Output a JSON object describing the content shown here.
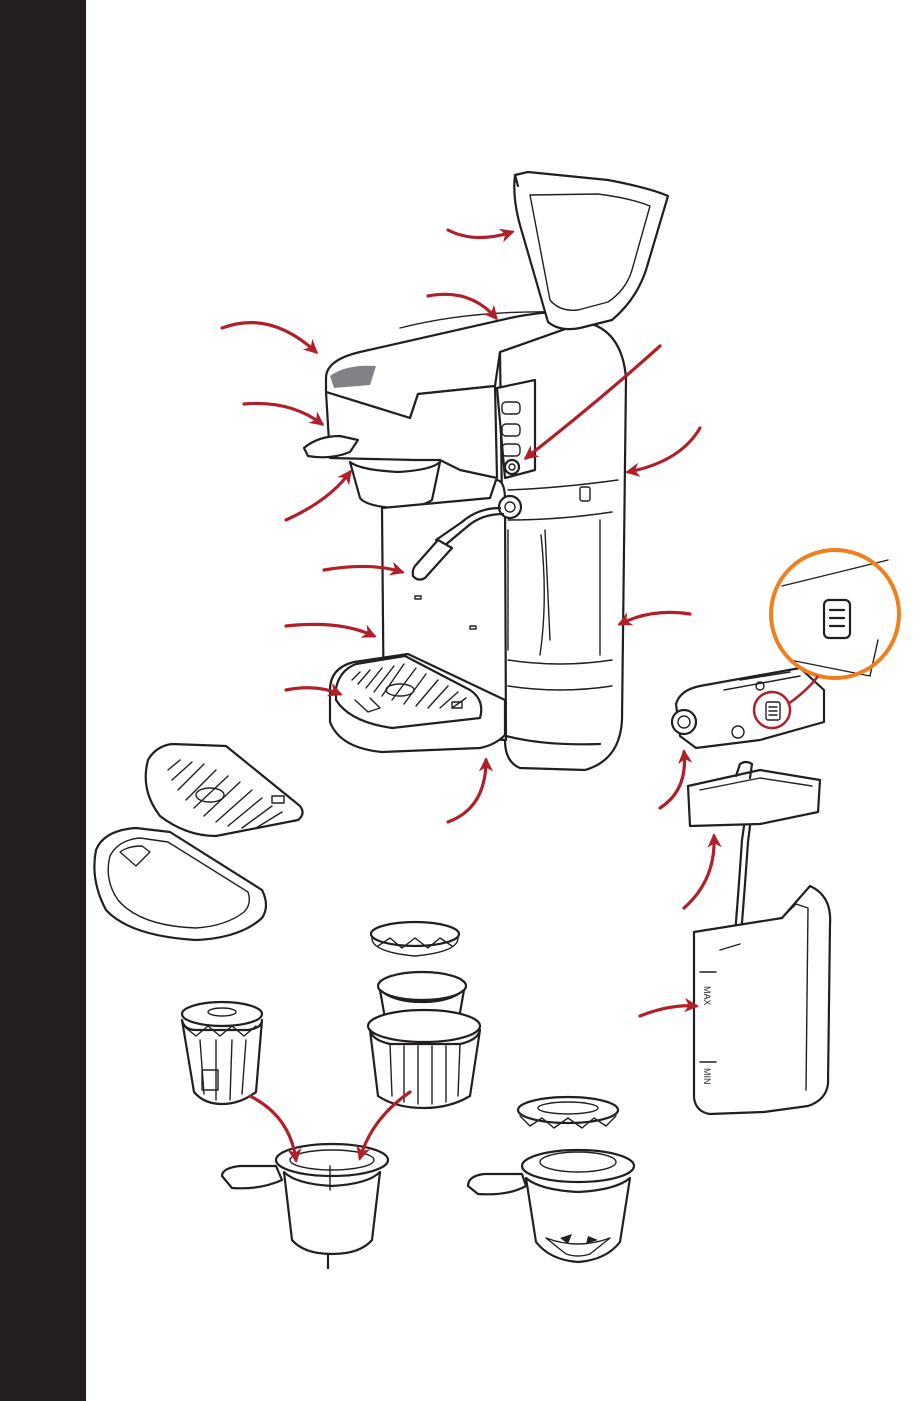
{
  "colors": {
    "sidebar": "#231f20",
    "ink": "#231f20",
    "callout_arrow": "#b0202a",
    "highlight_circle": "#f07f1e",
    "screen_gray": "#808285"
  },
  "icons": {
    "callout": "curved-arrow",
    "zoom": "magnifier-circle"
  },
  "reservoir": {
    "max_mark": "MAX",
    "min_mark": "MIN"
  }
}
